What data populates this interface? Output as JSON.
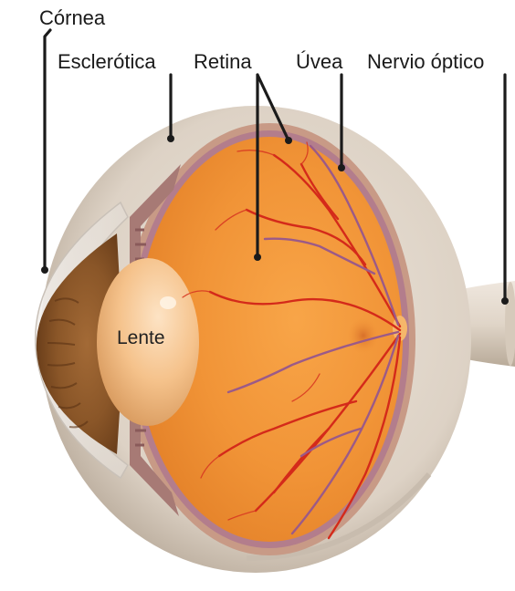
{
  "labels": {
    "cornea": "Córnea",
    "esclerotica": "Esclerótica",
    "retina": "Retina",
    "uvea": "Úvea",
    "nervio_optico": "Nervio óptico",
    "lente": "Lente"
  }
}
